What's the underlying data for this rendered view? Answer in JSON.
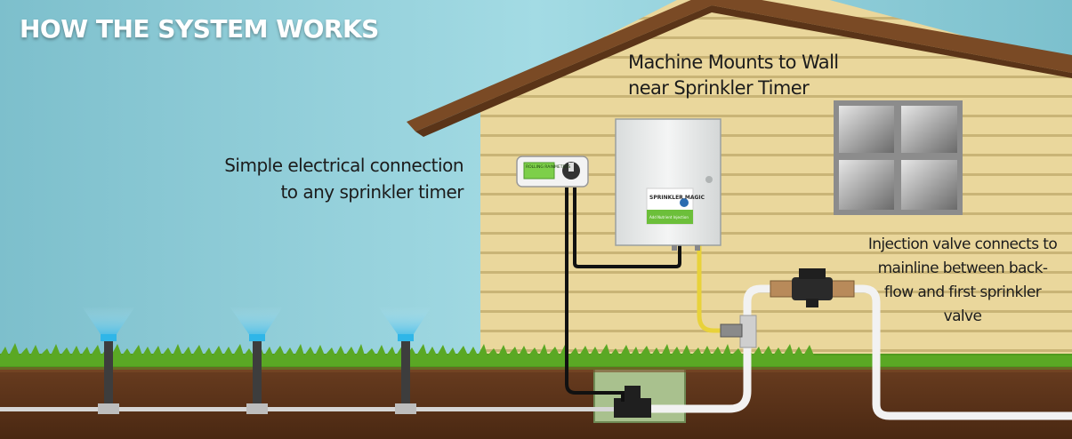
{
  "title": "HOW THE SYSTEM WORKS",
  "labels": {
    "wall_mount": [
      "Machine Mounts to Wall",
      "near Sprinkler Timer"
    ],
    "electrical": [
      "Simple electrical connection",
      "to any sprinkler timer"
    ],
    "injection_valve": [
      "Injection valve connects to",
      "mainline between back-",
      "flow and first sprinkler",
      "valve"
    ]
  },
  "machine": {
    "brand": "SPRINKLER MAGIC",
    "tagline": "Add Nutrient Injection"
  },
  "timer": {
    "label": "ROLLING RAINMETERS"
  },
  "colors": {
    "sky": "#8ccfdc",
    "siding": "#e9d59a",
    "roof": "#7a4a25",
    "grass": "#4f9a1f",
    "soil": "#5b3219",
    "pipe": "#f2f2f2",
    "spray": "#2fb6e8",
    "brand_green": "#6cbf3a"
  }
}
